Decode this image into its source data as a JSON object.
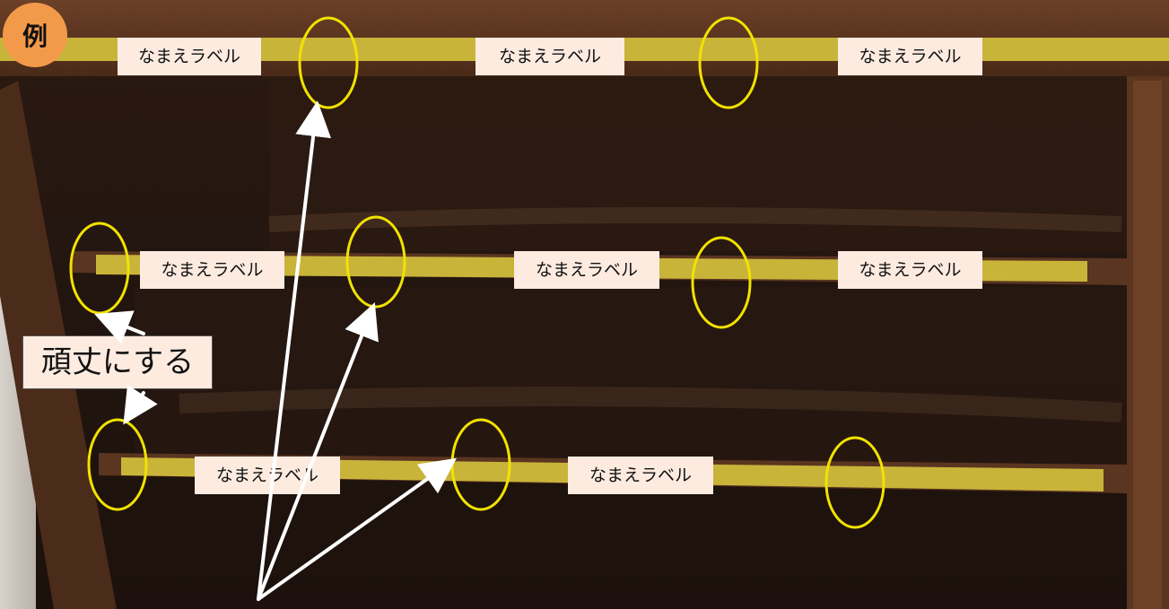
{
  "badge": {
    "text": "例",
    "color": "#f39a4a"
  },
  "callout": {
    "text": "頑丈にする"
  },
  "labels": [
    "なまえラベル",
    "なまえラベル",
    "なまえラベル",
    "なまえラベル",
    "なまえラベル",
    "なまえラベル",
    "なまえラベル",
    "なまえラベル"
  ],
  "colors": {
    "label_bg": "#fdebe0",
    "highlight_circle": "#f2e200",
    "tape": "#c9b43a",
    "arrow": "#ffffff",
    "wood": "#5a3520",
    "interior": "#241510"
  }
}
